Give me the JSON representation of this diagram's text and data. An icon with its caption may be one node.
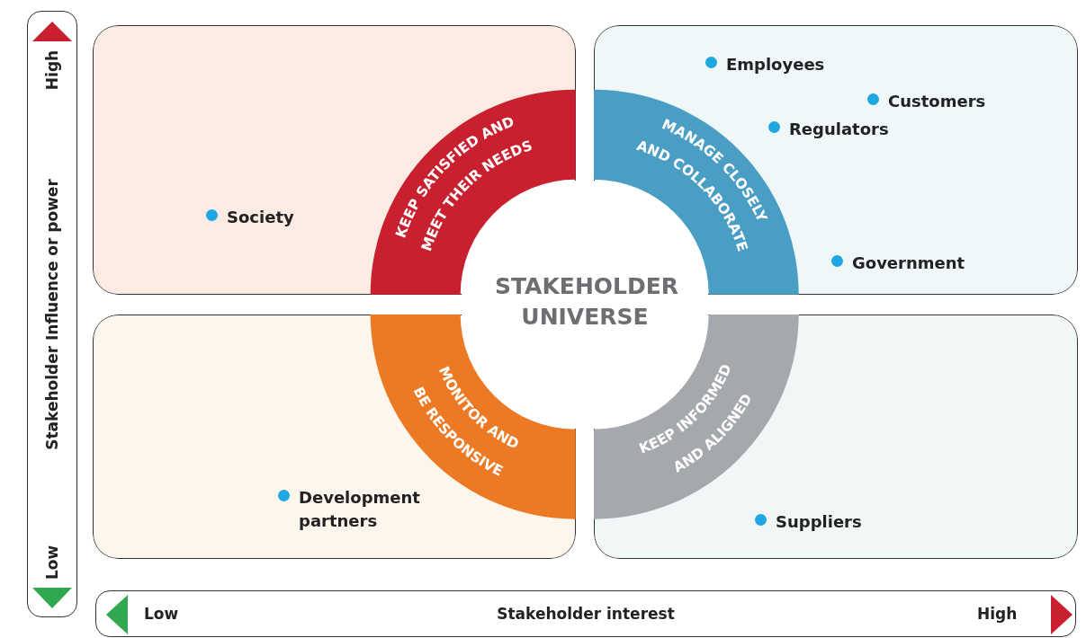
{
  "diagram": {
    "nodes": [
      {
        "text": [
          "Society"
        ]
      },
      {
        "text": [
          "Employees",
          "Customers",
          "Regulators",
          "Government"
        ]
      },
      {
        "text": [
          "Development partners"
        ]
      },
      {
        "text": [
          "Suppliers"
        ]
      },
      {
        "text": [
          "KEEP SATISFIED AND MEET THEIR NEEDS"
        ],
        "in": 0
      },
      {
        "text": [
          "MANAGE CLOSELY AND COLLABORATE"
        ],
        "in": 1
      },
      {
        "text": [
          "MONITOR AND BE RESPONSIVE"
        ],
        "in": 2
      },
      {
        "text": [
          "KEEP INFORMED AND ALIGNED"
        ],
        "in": 3
      },
      {
        "text": [
          "STAKEHOLDER UNIVERSE"
        ]
      }
    ],
    "edges": [],
    "labels": [
      "High",
      "Stakeholder Influence or power",
      "Low",
      "Low",
      "Stakeholder interest",
      "High"
    ]
  }
}
